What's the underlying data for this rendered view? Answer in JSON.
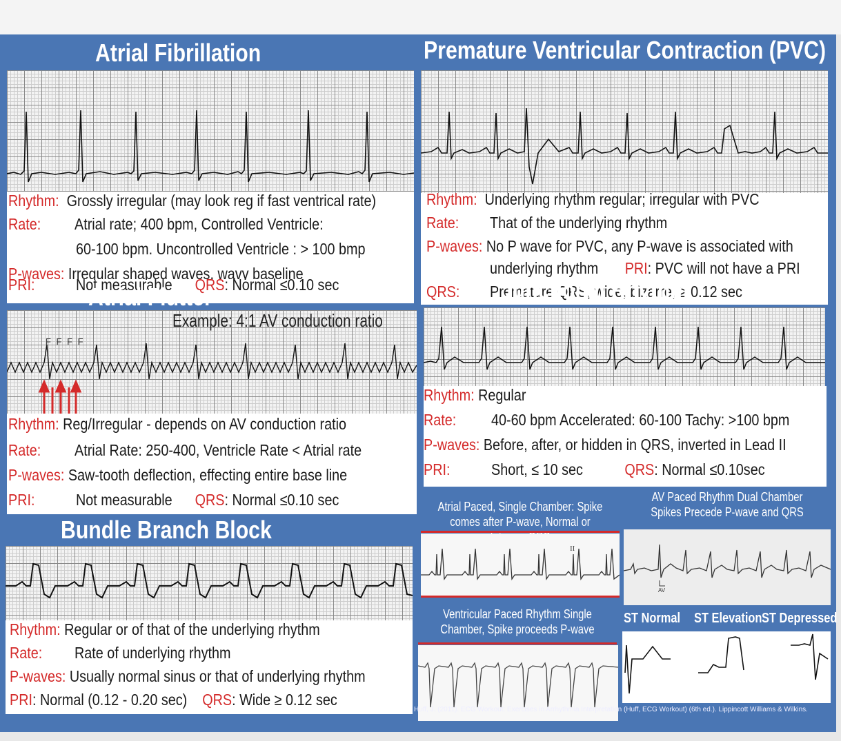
{
  "afib": {
    "title": "Atrial Fibrillation",
    "rhythm_label": "Rhythm:",
    "rhythm": "Grossly irregular  (may look reg if fast ventrical rate)",
    "rate_label": "Rate:",
    "rate1": "Atrial rate; 400 bpm, Controlled Ventricle:",
    "rate2": "60-100 bpm. Uncontrolled Ventricle : > 100 bmp",
    "pwaves_label": "P-waves:",
    "pwaves": "Irregular shaped waves, wavy baseline",
    "pri_label": "PRI:",
    "pri": "Not measurable",
    "qrs_label": "QRS",
    "qrs": ": Normal  ≤0.10 sec"
  },
  "pvc": {
    "title": "Premature Ventricular Contraction (PVC)",
    "rhythm_label": "Rhythm:",
    "rhythm": "Underlying rhythm regular; irregular with PVC",
    "rate_label": "Rate:",
    "rate": "That of the underlying rhythm",
    "pwaves_label": "P-waves:",
    "pwaves1": "No P wave for PVC, any P-wave is associated with",
    "pwaves2": "underlying rhythm",
    "pri_label": "PRI",
    "pri": ": PVC will not have a PRI",
    "qrs_label": "QRS:",
    "qrs": "Premature QRS, wide, bizarre, ≥ 0.12 sec"
  },
  "aflutter": {
    "title": "Atrial Flutter",
    "example": "Example: 4:1 AV conduction ratio",
    "f_marks": "F F F F",
    "rhythm_label": "Rhythm:",
    "rhythm": "Reg/Irregular - depends on AV conduction ratio",
    "rate_label": "Rate:",
    "rate": "Atrial Rate: 250-400, Ventricle Rate < Atrial rate",
    "pwaves_label": "P-waves:",
    "pwaves": "Saw-tooth deflection, effecting entire base line",
    "pri_label": "PRI:",
    "pri": "Not measurable",
    "qrs_label": "QRS",
    "qrs": ": Normal  ≤0.10 sec"
  },
  "junctional": {
    "title": "Junctional Rhythm",
    "rhythm_label": "Rhythm:",
    "rhythm": "Regular",
    "rate_label": "Rate:",
    "rate": "40-60 bpm  Accelerated: 60-100 Tachy: >100 bpm",
    "pwaves_label": "P-waves:",
    "pwaves": "Before, after, or hidden in QRS, inverted in Lead II",
    "pri_label": "PRI:",
    "pri": "Short, ≤ 10 sec",
    "qrs_label": "QRS",
    "qrs": ": Normal ≤0.10sec"
  },
  "bbb": {
    "title": "Bundle Branch Block",
    "rhythm_label": "Rhythm:",
    "rhythm": "Regular or of that of the underlying rhythm",
    "rate_label": "Rate:",
    "rate": "Rate of underlying rhythm",
    "pwaves_label": "P-waves:",
    "pwaves": "Usually normal sinus or that of underlying rhythm",
    "pri_label": "PRI",
    "pri": ": Normal (0.12 - 0.20 sec)",
    "qrs_label": "QRS",
    "qrs": ": Wide  ≥ 0.12 sec"
  },
  "paced": {
    "atrial": "Atrial Paced, Single Chamber: Spike comes after P-wave, Normal or Intrinsic QRS",
    "av": "AV Paced Rhythm Dual Chamber Spikes Precede P-wave and QRS",
    "ventricular": "Ventricular Paced Rhythm Single Chamber, Spike proceeds P-wave",
    "lead_mark": "II",
    "av_mark": "AV"
  },
  "st": {
    "normal": "ST Normal",
    "elevation": "ST Elevation",
    "depressed": "ST Depressed"
  },
  "citation": "Huff, J. (2011). ECG Workout: Exercises in Arrhythmia Interpretation (Huff, ECG Workout) (6th ed.). Lippincott Williams & Wilkins.",
  "colors": {
    "background": "#4a76b4",
    "label_red": "#d42a2a",
    "text": "#1a1a1a"
  }
}
